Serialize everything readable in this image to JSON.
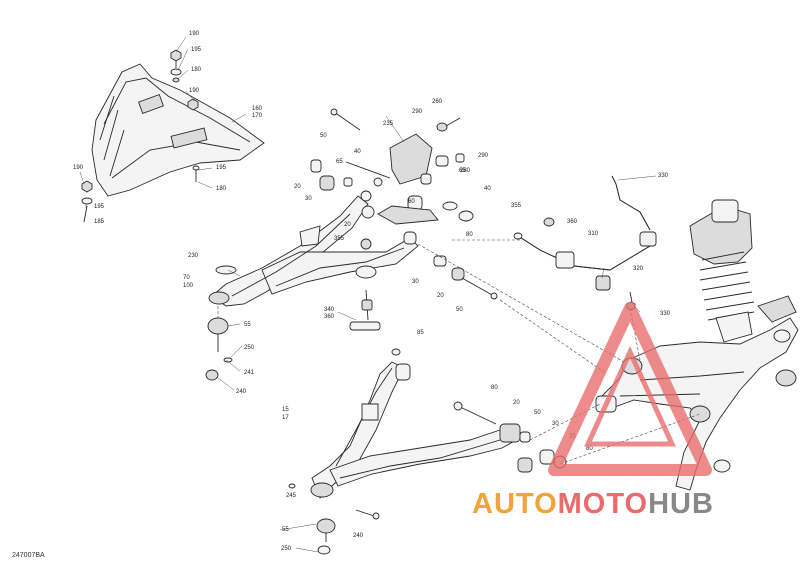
{
  "diagram": {
    "reference": "247007BA",
    "callouts": [
      {
        "id": "c190a",
        "text": "190"
      },
      {
        "id": "c195a",
        "text": "195"
      },
      {
        "id": "c180a",
        "text": "180"
      },
      {
        "id": "c190b",
        "text": "190"
      },
      {
        "id": "c160",
        "text": "160"
      },
      {
        "id": "c170",
        "text": "170"
      },
      {
        "id": "c195b",
        "text": "195"
      },
      {
        "id": "c180b",
        "text": "180"
      },
      {
        "id": "c190c",
        "text": "190"
      },
      {
        "id": "c195c",
        "text": "195"
      },
      {
        "id": "c185",
        "text": "185"
      },
      {
        "id": "c260a",
        "text": "260"
      },
      {
        "id": "c290a",
        "text": "290"
      },
      {
        "id": "c235",
        "text": "235"
      },
      {
        "id": "c50a",
        "text": "50"
      },
      {
        "id": "c290b",
        "text": "290"
      },
      {
        "id": "c280",
        "text": "280"
      },
      {
        "id": "c65a",
        "text": "65"
      },
      {
        "id": "c40a",
        "text": "40"
      },
      {
        "id": "c20a",
        "text": "20"
      },
      {
        "id": "c30a",
        "text": "30"
      },
      {
        "id": "c60",
        "text": "60"
      },
      {
        "id": "c65b",
        "text": "65"
      },
      {
        "id": "c40b",
        "text": "40"
      },
      {
        "id": "c20b",
        "text": "20"
      },
      {
        "id": "c355a",
        "text": "355"
      },
      {
        "id": "c80a",
        "text": "80"
      },
      {
        "id": "c230",
        "text": "230"
      },
      {
        "id": "c70",
        "text": "70"
      },
      {
        "id": "c100",
        "text": "100"
      },
      {
        "id": "c30b",
        "text": "30"
      },
      {
        "id": "c20c",
        "text": "20"
      },
      {
        "id": "c50b",
        "text": "50"
      },
      {
        "id": "c340",
        "text": "340"
      },
      {
        "id": "c360a",
        "text": "360"
      },
      {
        "id": "c55a",
        "text": "55"
      },
      {
        "id": "c250a",
        "text": "250"
      },
      {
        "id": "c241",
        "text": "241"
      },
      {
        "id": "c240",
        "text": "240"
      },
      {
        "id": "c330a",
        "text": "330"
      },
      {
        "id": "c355b",
        "text": "355"
      },
      {
        "id": "c360b",
        "text": "360"
      },
      {
        "id": "c310",
        "text": "310"
      },
      {
        "id": "c320",
        "text": "320"
      },
      {
        "id": "c330b",
        "text": "330"
      },
      {
        "id": "c85",
        "text": "85"
      },
      {
        "id": "c15",
        "text": "15"
      },
      {
        "id": "c17",
        "text": "17"
      },
      {
        "id": "c80b",
        "text": "80"
      },
      {
        "id": "c20d",
        "text": "20"
      },
      {
        "id": "c50c",
        "text": "50"
      },
      {
        "id": "c30c",
        "text": "30"
      },
      {
        "id": "c20e",
        "text": "20"
      },
      {
        "id": "c80c",
        "text": "80"
      },
      {
        "id": "c245",
        "text": "245"
      },
      {
        "id": "c240b",
        "text": "240"
      },
      {
        "id": "c55b",
        "text": "55"
      },
      {
        "id": "c250b",
        "text": "250"
      }
    ]
  },
  "watermark": {
    "part1": "AUTO",
    "part2": "MOTO",
    "part3": "HUB",
    "colors": {
      "part1": "#f0a43a",
      "part2": "#e96b6b",
      "part3": "#888888",
      "triangle": "#e96b6b"
    }
  }
}
